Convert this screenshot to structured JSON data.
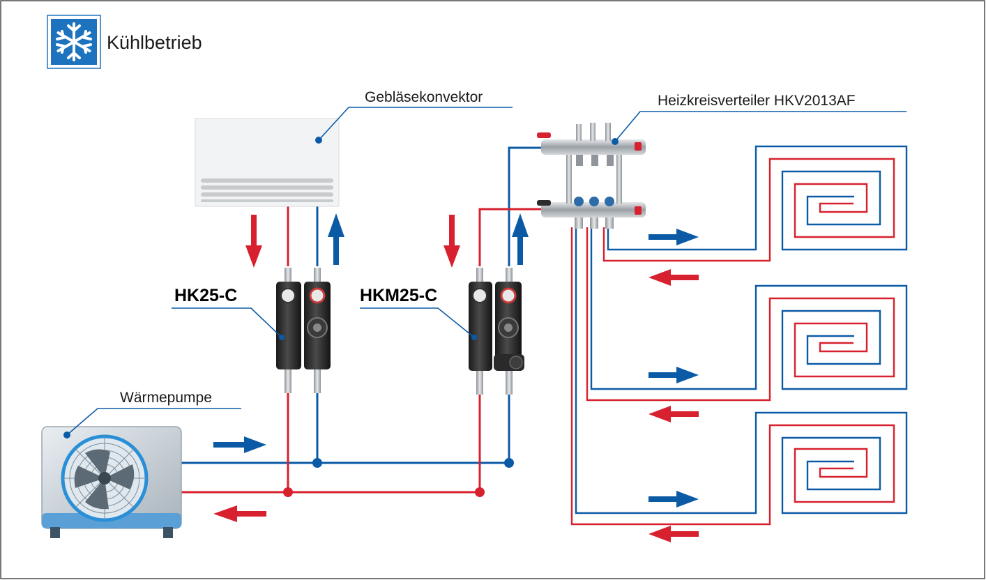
{
  "title": "Kühlbetrieb",
  "icon": "snowflake-icon",
  "labels": {
    "fan_coil": "Gebläsekonvektor",
    "manifold": "Heizkreisverteiler HKV2013AF",
    "hk25": "HK25-C",
    "hkm25": "HKM25-C",
    "heat_pump": "Wärmepumpe"
  },
  "colors": {
    "blue_pipe": "#0b5aa6",
    "red_pipe": "#d7212e",
    "icon_bg": "#1e73be",
    "frame": "#4a4a4a"
  }
}
